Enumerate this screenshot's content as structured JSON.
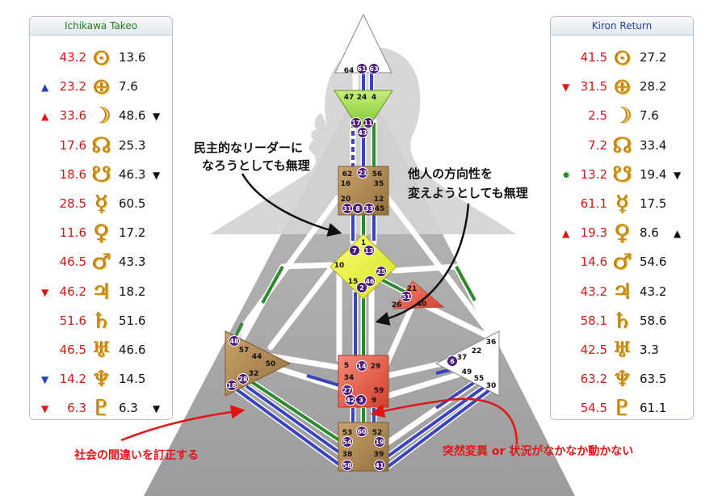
{
  "left_panel": {
    "title": "Ichikawa Takeo",
    "rows": [
      {
        "design": "43.2",
        "symbol": "sun-icon",
        "glyph": "⊙",
        "personality": "13.6",
        "left_mark": "",
        "right_mark": ""
      },
      {
        "design": "23.2",
        "symbol": "earth-icon",
        "glyph": "⊕",
        "personality": "7.6",
        "left_mark": "▲",
        "right_mark": ""
      },
      {
        "design": "33.6",
        "symbol": "moon-icon",
        "glyph": "☽",
        "personality": "48.6",
        "left_mark": "▲",
        "right_mark": "▼"
      },
      {
        "design": "17.6",
        "symbol": "north-node-icon",
        "glyph": "☊",
        "personality": "25.3",
        "left_mark": "",
        "right_mark": ""
      },
      {
        "design": "18.6",
        "symbol": "south-node-icon",
        "glyph": "☋",
        "personality": "46.3",
        "left_mark": "",
        "right_mark": "▼"
      },
      {
        "design": "28.5",
        "symbol": "mercury-icon",
        "glyph": "☿",
        "personality": "60.5",
        "left_mark": "",
        "right_mark": ""
      },
      {
        "design": "11.6",
        "symbol": "venus-icon",
        "glyph": "♀",
        "personality": "17.2",
        "left_mark": "",
        "right_mark": ""
      },
      {
        "design": "46.5",
        "symbol": "mars-icon",
        "glyph": "♂",
        "personality": "43.3",
        "left_mark": "",
        "right_mark": ""
      },
      {
        "design": "46.2",
        "symbol": "jupiter-icon",
        "glyph": "♃",
        "personality": "18.2",
        "left_mark": "▼",
        "right_mark": ""
      },
      {
        "design": "51.6",
        "symbol": "saturn-icon",
        "glyph": "♄",
        "personality": "51.6",
        "left_mark": "",
        "right_mark": ""
      },
      {
        "design": "46.5",
        "symbol": "uranus-icon",
        "glyph": "♅",
        "personality": "46.6",
        "left_mark": "",
        "right_mark": ""
      },
      {
        "design": "14.2",
        "symbol": "neptune-icon",
        "glyph": "♆",
        "personality": "14.5",
        "left_mark": "▼",
        "right_mark": ""
      },
      {
        "design": "6.3",
        "symbol": "pluto-icon",
        "glyph": "♇",
        "personality": "6.3",
        "left_mark": "▼",
        "right_mark": "▼"
      }
    ]
  },
  "right_panel": {
    "title": "Kiron Return",
    "rows": [
      {
        "design": "41.5",
        "symbol": "sun-icon",
        "glyph": "⊙",
        "personality": "27.2",
        "left_mark": "",
        "right_mark": ""
      },
      {
        "design": "31.5",
        "symbol": "earth-icon",
        "glyph": "⊕",
        "personality": "28.2",
        "left_mark": "▼",
        "right_mark": ""
      },
      {
        "design": "2.5",
        "symbol": "moon-icon",
        "glyph": "☽",
        "personality": "7.6",
        "left_mark": "",
        "right_mark": ""
      },
      {
        "design": "7.2",
        "symbol": "north-node-icon",
        "glyph": "☊",
        "personality": "33.4",
        "left_mark": "",
        "right_mark": ""
      },
      {
        "design": "13.2",
        "symbol": "south-node-icon",
        "glyph": "☋",
        "personality": "19.4",
        "left_mark": "✸",
        "right_mark": "▼"
      },
      {
        "design": "61.1",
        "symbol": "mercury-icon",
        "glyph": "☿",
        "personality": "17.5",
        "left_mark": "",
        "right_mark": ""
      },
      {
        "design": "19.3",
        "symbol": "venus-icon",
        "glyph": "♀",
        "personality": "8.6",
        "left_mark": "▲",
        "right_mark": "▲"
      },
      {
        "design": "14.6",
        "symbol": "mars-icon",
        "glyph": "♂",
        "personality": "54.6",
        "left_mark": "",
        "right_mark": ""
      },
      {
        "design": "43.2",
        "symbol": "jupiter-icon",
        "glyph": "♃",
        "personality": "43.2",
        "left_mark": "",
        "right_mark": ""
      },
      {
        "design": "58.1",
        "symbol": "saturn-icon",
        "glyph": "♄",
        "personality": "58.6",
        "left_mark": "",
        "right_mark": ""
      },
      {
        "design": "42.5",
        "symbol": "uranus-icon",
        "glyph": "♅",
        "personality": "3.3",
        "left_mark": "",
        "right_mark": ""
      },
      {
        "design": "63.2",
        "symbol": "neptune-icon",
        "glyph": "♆",
        "personality": "63.5",
        "left_mark": "",
        "right_mark": ""
      },
      {
        "design": "54.5",
        "symbol": "pluto-icon",
        "glyph": "♇",
        "personality": "61.1",
        "left_mark": "",
        "right_mark": ""
      }
    ]
  },
  "bodygraph": {
    "gates": [
      {
        "n": "64",
        "c": 0
      },
      {
        "n": "61",
        "c": 1
      },
      {
        "n": "63",
        "c": 1
      },
      {
        "n": "47",
        "c": 0
      },
      {
        "n": "24",
        "c": 0
      },
      {
        "n": "4",
        "c": 0
      },
      {
        "n": "17",
        "c": 1
      },
      {
        "n": "11",
        "c": 1
      },
      {
        "n": "43",
        "c": 1
      },
      {
        "n": "62",
        "c": 0
      },
      {
        "n": "23",
        "c": 1
      },
      {
        "n": "56",
        "c": 0
      },
      {
        "n": "16",
        "c": 0
      },
      {
        "n": "35",
        "c": 0
      },
      {
        "n": "20",
        "c": 0
      },
      {
        "n": "12",
        "c": 0
      },
      {
        "n": "31",
        "c": 1
      },
      {
        "n": "8",
        "c": 1
      },
      {
        "n": "33",
        "c": 1
      },
      {
        "n": "45",
        "c": 0
      },
      {
        "n": "1",
        "c": 0
      },
      {
        "n": "7",
        "c": 1
      },
      {
        "n": "13",
        "c": 1
      },
      {
        "n": "10",
        "c": 0
      },
      {
        "n": "25",
        "c": 1
      },
      {
        "n": "15",
        "c": 0
      },
      {
        "n": "46",
        "c": 1
      },
      {
        "n": "2",
        "c": 1
      },
      {
        "n": "21",
        "c": 0
      },
      {
        "n": "51",
        "c": 1
      },
      {
        "n": "26",
        "c": 0
      },
      {
        "n": "40",
        "c": 0
      },
      {
        "n": "48",
        "c": 1
      },
      {
        "n": "57",
        "c": 0
      },
      {
        "n": "44",
        "c": 0
      },
      {
        "n": "50",
        "c": 0
      },
      {
        "n": "32",
        "c": 0
      },
      {
        "n": "28",
        "c": 1
      },
      {
        "n": "18",
        "c": 1
      },
      {
        "n": "36",
        "c": 0
      },
      {
        "n": "22",
        "c": 0
      },
      {
        "n": "37",
        "c": 0
      },
      {
        "n": "6",
        "c": 1
      },
      {
        "n": "49",
        "c": 0
      },
      {
        "n": "55",
        "c": 0
      },
      {
        "n": "30",
        "c": 0
      },
      {
        "n": "5",
        "c": 0
      },
      {
        "n": "14",
        "c": 1
      },
      {
        "n": "29",
        "c": 0
      },
      {
        "n": "34",
        "c": 0
      },
      {
        "n": "27",
        "c": 1
      },
      {
        "n": "59",
        "c": 0
      },
      {
        "n": "42",
        "c": 1
      },
      {
        "n": "3",
        "c": 1
      },
      {
        "n": "9",
        "c": 0
      },
      {
        "n": "53",
        "c": 0
      },
      {
        "n": "60",
        "c": 1
      },
      {
        "n": "52",
        "c": 0
      },
      {
        "n": "54",
        "c": 1
      },
      {
        "n": "19",
        "c": 1
      },
      {
        "n": "38",
        "c": 0
      },
      {
        "n": "39",
        "c": 0
      },
      {
        "n": "58",
        "c": 1
      },
      {
        "n": "41",
        "c": 1
      }
    ],
    "annotations": [
      {
        "text": "民主的なリーダーに",
        "color": "#111111"
      },
      {
        "text": "なろうとしても無理",
        "color": "#111111"
      },
      {
        "text": "他人の方向性を",
        "color": "#111111"
      },
      {
        "text": "変えようとしても無理",
        "color": "#111111"
      },
      {
        "text": "社会の間違いを訂正する",
        "color": "#e01616"
      },
      {
        "text": "突然変異 or 状況がなかなか動かない",
        "color": "#e01616"
      }
    ]
  }
}
